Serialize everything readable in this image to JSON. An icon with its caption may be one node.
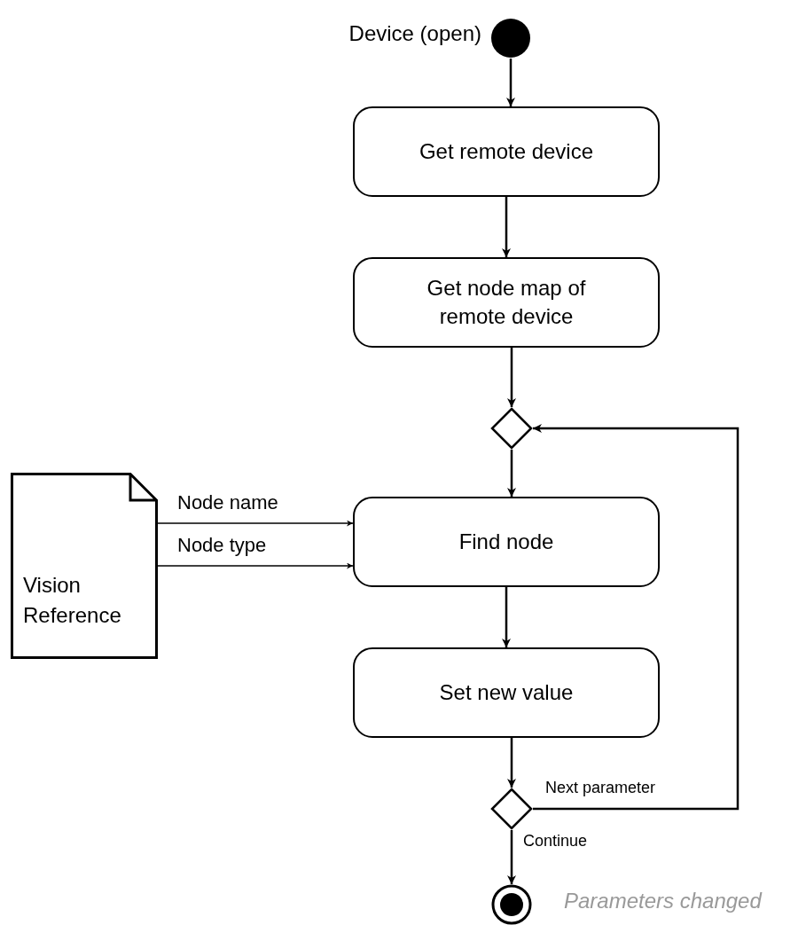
{
  "diagram": {
    "nodes": [
      {
        "text": [],
        "shape": "circle",
        "beside": [
          "Device (open)"
        ]
      },
      {
        "text": [
          "Get remote device"
        ]
      },
      {
        "text": [
          "Get node map of remote device"
        ]
      },
      {
        "text": [],
        "shape": "diamond"
      },
      {
        "text": [
          "Vision Reference"
        ]
      },
      {
        "text": [
          "Find node"
        ]
      },
      {
        "text": [
          "Set new value"
        ]
      },
      {
        "text": [],
        "shape": "diamond"
      },
      {
        "text": [],
        "shape": "circle",
        "beside": [
          "Parameters changed"
        ]
      }
    ],
    "edges": [
      {
        "from": 0,
        "to": 1,
        "arrow": "to"
      },
      {
        "from": 1,
        "to": 2,
        "arrow": "to"
      },
      {
        "from": 2,
        "to": 3,
        "arrow": "to"
      },
      {
        "from": 3,
        "to": 5,
        "arrow": "to"
      },
      {
        "from": 4,
        "to": 5,
        "arrow": "to",
        "label": "Node name"
      },
      {
        "from": 4,
        "to": 5,
        "arrow": "to",
        "label": "Node type"
      },
      {
        "from": 5,
        "to": 6,
        "arrow": "to"
      },
      {
        "from": 6,
        "to": 7,
        "arrow": "to"
      },
      {
        "from": 7,
        "to": 3,
        "arrow": "to",
        "label": "Next parameter"
      },
      {
        "from": 7,
        "to": 8,
        "arrow": "to",
        "label": "Continue"
      }
    ]
  }
}
